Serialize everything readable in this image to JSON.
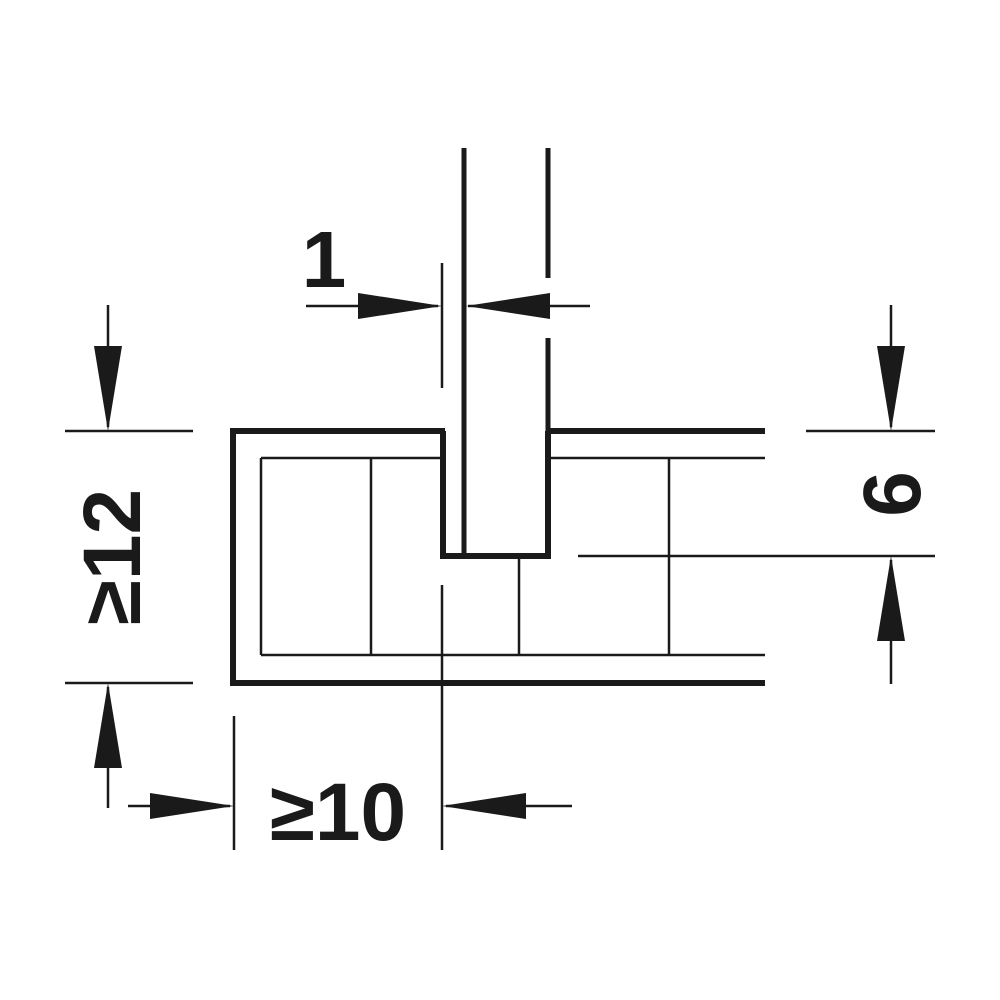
{
  "dimensions": {
    "slot_width": "1",
    "min_height": "≥12",
    "min_edge_distance": "≥10",
    "groove_depth": "6"
  },
  "colors": {
    "line": "#1a1a1a",
    "background": "#ffffff"
  }
}
